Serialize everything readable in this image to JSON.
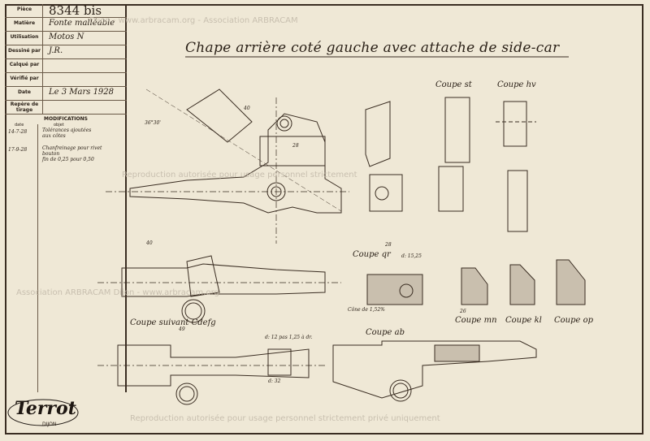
{
  "title_block": {
    "piece_label": "Pièce",
    "piece_value": "8344 bis",
    "material_label": "Matière",
    "material_value": "Fonte malléable",
    "usage_label": "Utilisation",
    "usage_value": "Motos N",
    "drawn_label": "Dessiné par",
    "drawn_value": "J.R.",
    "traced_label": "Calqué par",
    "checked_label": "Vérifié par",
    "date_label": "Date",
    "date_value": "Le 3 Mars 1928",
    "reference_label": "Repère de tirage",
    "modifications_label": "MODIFICATIONS",
    "mod_col_date": "date",
    "mod_col_object": "objet",
    "mods": [
      {
        "date": "14-7-28",
        "text": "Tolérances ajoutées\naux côtes"
      },
      {
        "date": "17-9-28",
        "text": "Chanfreinage pour rivet\nbouton\nfin de 0,25 pour 0,50"
      }
    ]
  },
  "drawing": {
    "title": "Chape arrière coté gauche avec attache de side-car",
    "labels": {
      "coupe_st": "Coupe st",
      "coupe_hv": "Coupe hv",
      "coupe_qr": "Coupe qr",
      "coupe_mn": "Coupe mn",
      "coupe_kl": "Coupe kl",
      "coupe_op": "Coupe op",
      "coupe_cdefg": "Coupe suivant Cdefg",
      "coupe_ab": "Coupe ab"
    },
    "dims": {
      "d0": "40",
      "d1": "36°30'",
      "d2": "28",
      "d3": "40",
      "d4": "28",
      "d5": "d: 15,25",
      "d6": "Cône de 1,52%",
      "d7": "d: 12 pas 1,25 à dr.",
      "d8": "d: 32",
      "d9": "26",
      "d10": "49"
    }
  },
  "watermark": {
    "line1": "Dijon - www.arbracam.org - Association ARBRACAM",
    "line2": "Reproduction autorisée pour usage personnel strictement",
    "line3": "Association ARBRACAM Dijon - www.arbracam.org",
    "line4": "Reproduction autorisée pour usage personnel strictement privé uniquement"
  },
  "logo": {
    "brand": "Terrot",
    "city": "DIJON"
  }
}
